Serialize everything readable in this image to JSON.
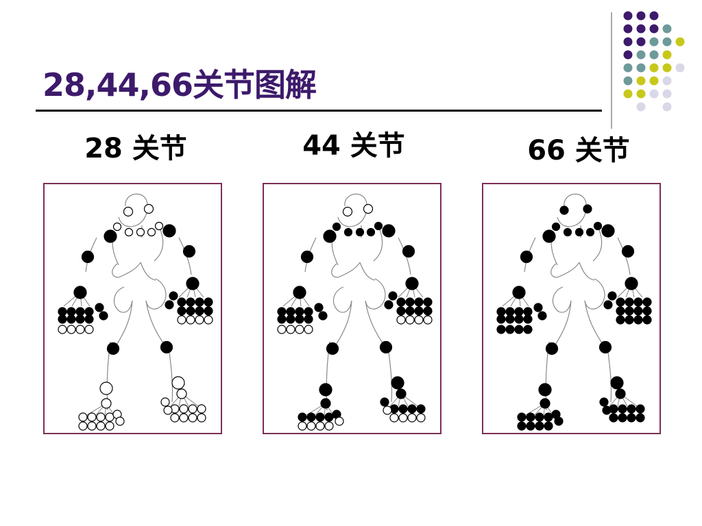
{
  "slide": {
    "title": "28,44,66关节图解",
    "colors": {
      "title": "#3d1a6b",
      "panel_border": "#7a2e55",
      "joint_on": "#000000",
      "joint_off": "#ffffff",
      "decor_purple": "#3d1a6b",
      "decor_teal": "#6e9a9a",
      "decor_lime": "#c8c81a",
      "decor_lavender": "#d8d8e8"
    }
  },
  "panels": [
    {
      "label": "28 关节",
      "joints": 28
    },
    {
      "label": "44 关节",
      "joints": 44
    },
    {
      "label": "66 关节",
      "joints": 66
    }
  ]
}
